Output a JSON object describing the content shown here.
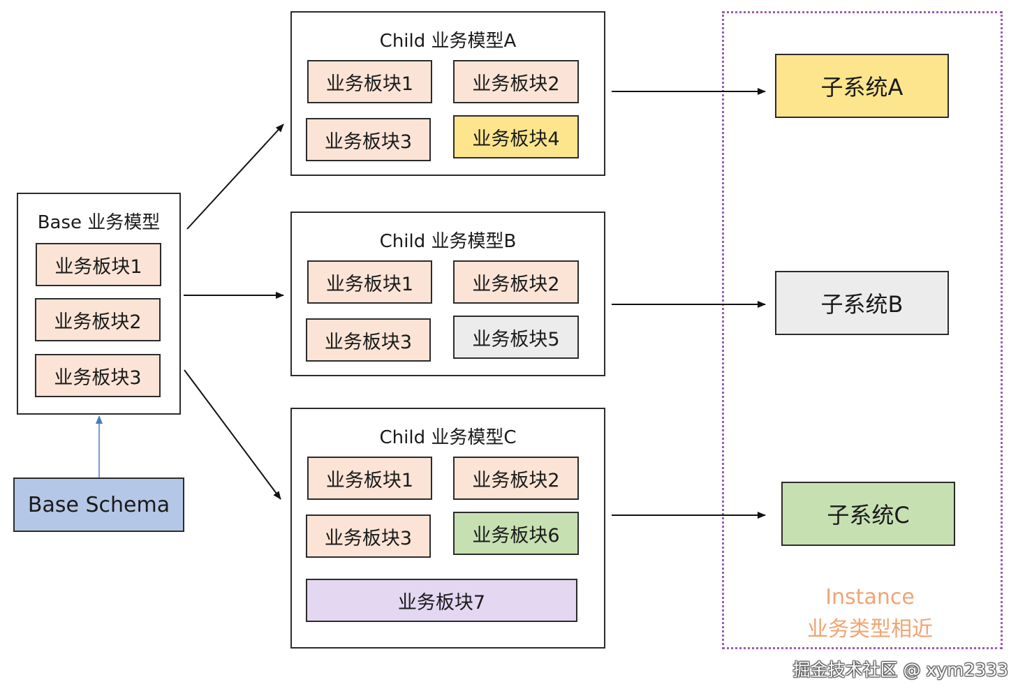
{
  "base_model": {
    "title": "Base 业务模型",
    "blocks": [
      "业务板块1",
      "业务板块2",
      "业务板块3"
    ]
  },
  "base_schema": {
    "label": "Base Schema"
  },
  "child_models": [
    {
      "title": "Child 业务模型A",
      "blocks": [
        "业务板块1",
        "业务板块2",
        "业务板块3",
        "业务板块4"
      ]
    },
    {
      "title": "Child 业务模型B",
      "blocks": [
        "业务板块1",
        "业务板块2",
        "业务板块3",
        "业务板块5"
      ]
    },
    {
      "title": "Child 业务模型C",
      "blocks": [
        "业务板块1",
        "业务板块2",
        "业务板块3",
        "业务板块6",
        "业务板块7"
      ]
    }
  ],
  "subsystems": [
    "子系统A",
    "子系统B",
    "子系统C"
  ],
  "instance": {
    "label": "Instance",
    "sublabel": "业务类型相近"
  },
  "watermark": "掘金技术社区 @ xym2333",
  "colors": {
    "block_default": "#fbe4d6",
    "yellow": "#fce58c",
    "gray": "#ececec",
    "green": "#c7e0b2",
    "purple": "#e3d7f2",
    "schema_blue": "#b4c7e6",
    "instance_border": "#9b5ab5",
    "instance_text": "#f0a472",
    "schema_arrow": "#4a78c4"
  }
}
